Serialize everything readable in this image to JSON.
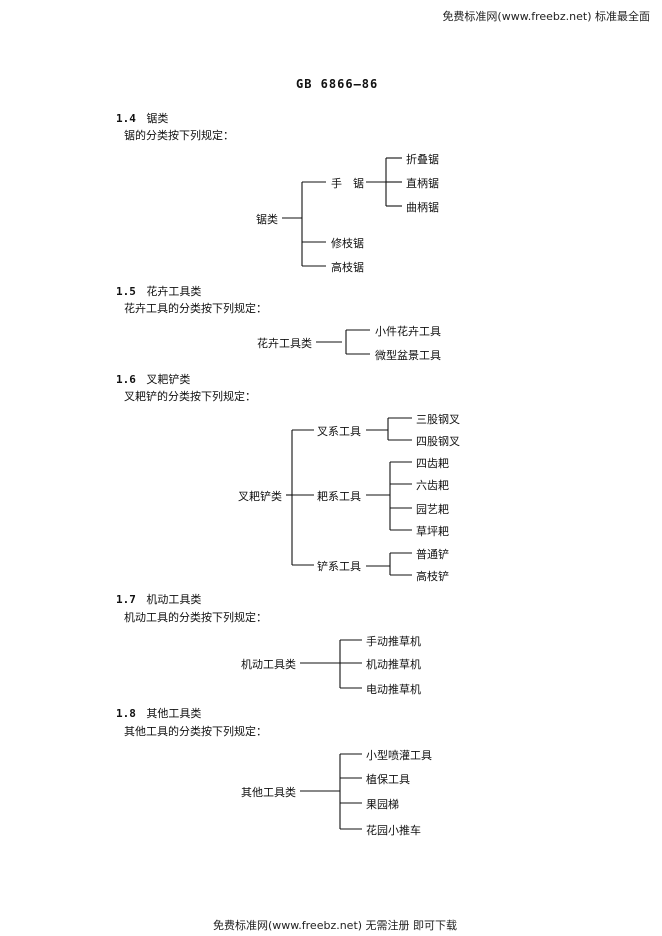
{
  "watermark_top": "免费标准网(www.freebz.net) 标准最全面",
  "standard_code": "GB 6866—86",
  "footer": "免费标准网(www.freebz.net) 无需注册 即可下载",
  "sections": [
    {
      "number": "1.4",
      "title": "锯类",
      "intro": "锯的分类按下列规定：",
      "root": "锯类",
      "branches": [
        {
          "label": "手　锯",
          "children": [
            "折叠锯",
            "直柄锯",
            "曲柄锯"
          ]
        },
        {
          "label": "修枝锯"
        },
        {
          "label": "高枝锯"
        }
      ]
    },
    {
      "number": "1.5",
      "title": "花卉工具类",
      "intro": "花卉工具的分类按下列规定：",
      "root": "花卉工具类",
      "children": [
        "小件花卉工具",
        "微型盆景工具"
      ]
    },
    {
      "number": "1.6",
      "title": "叉耙铲类",
      "intro": "叉耙铲的分类按下列规定：",
      "root": "叉耙铲类",
      "branches": [
        {
          "label": "叉系工具",
          "children": [
            "三股钢叉",
            "四股钢叉"
          ]
        },
        {
          "label": "耙系工具",
          "children": [
            "四齿耙",
            "六齿耙",
            "园艺耙",
            "草坪耙"
          ]
        },
        {
          "label": "铲系工具",
          "children": [
            "普通铲",
            "高枝铲"
          ]
        }
      ]
    },
    {
      "number": "1.7",
      "title": "机动工具类",
      "intro": "机动工具的分类按下列规定：",
      "root": "机动工具类",
      "children": [
        "手动推草机",
        "机动推草机",
        "电动推草机"
      ]
    },
    {
      "number": "1.8",
      "title": "其他工具类",
      "intro": "其他工具的分类按下列规定：",
      "root": "其他工具类",
      "children": [
        "小型喷灌工具",
        "植保工具",
        "果园梯",
        "花园小推车"
      ]
    }
  ]
}
